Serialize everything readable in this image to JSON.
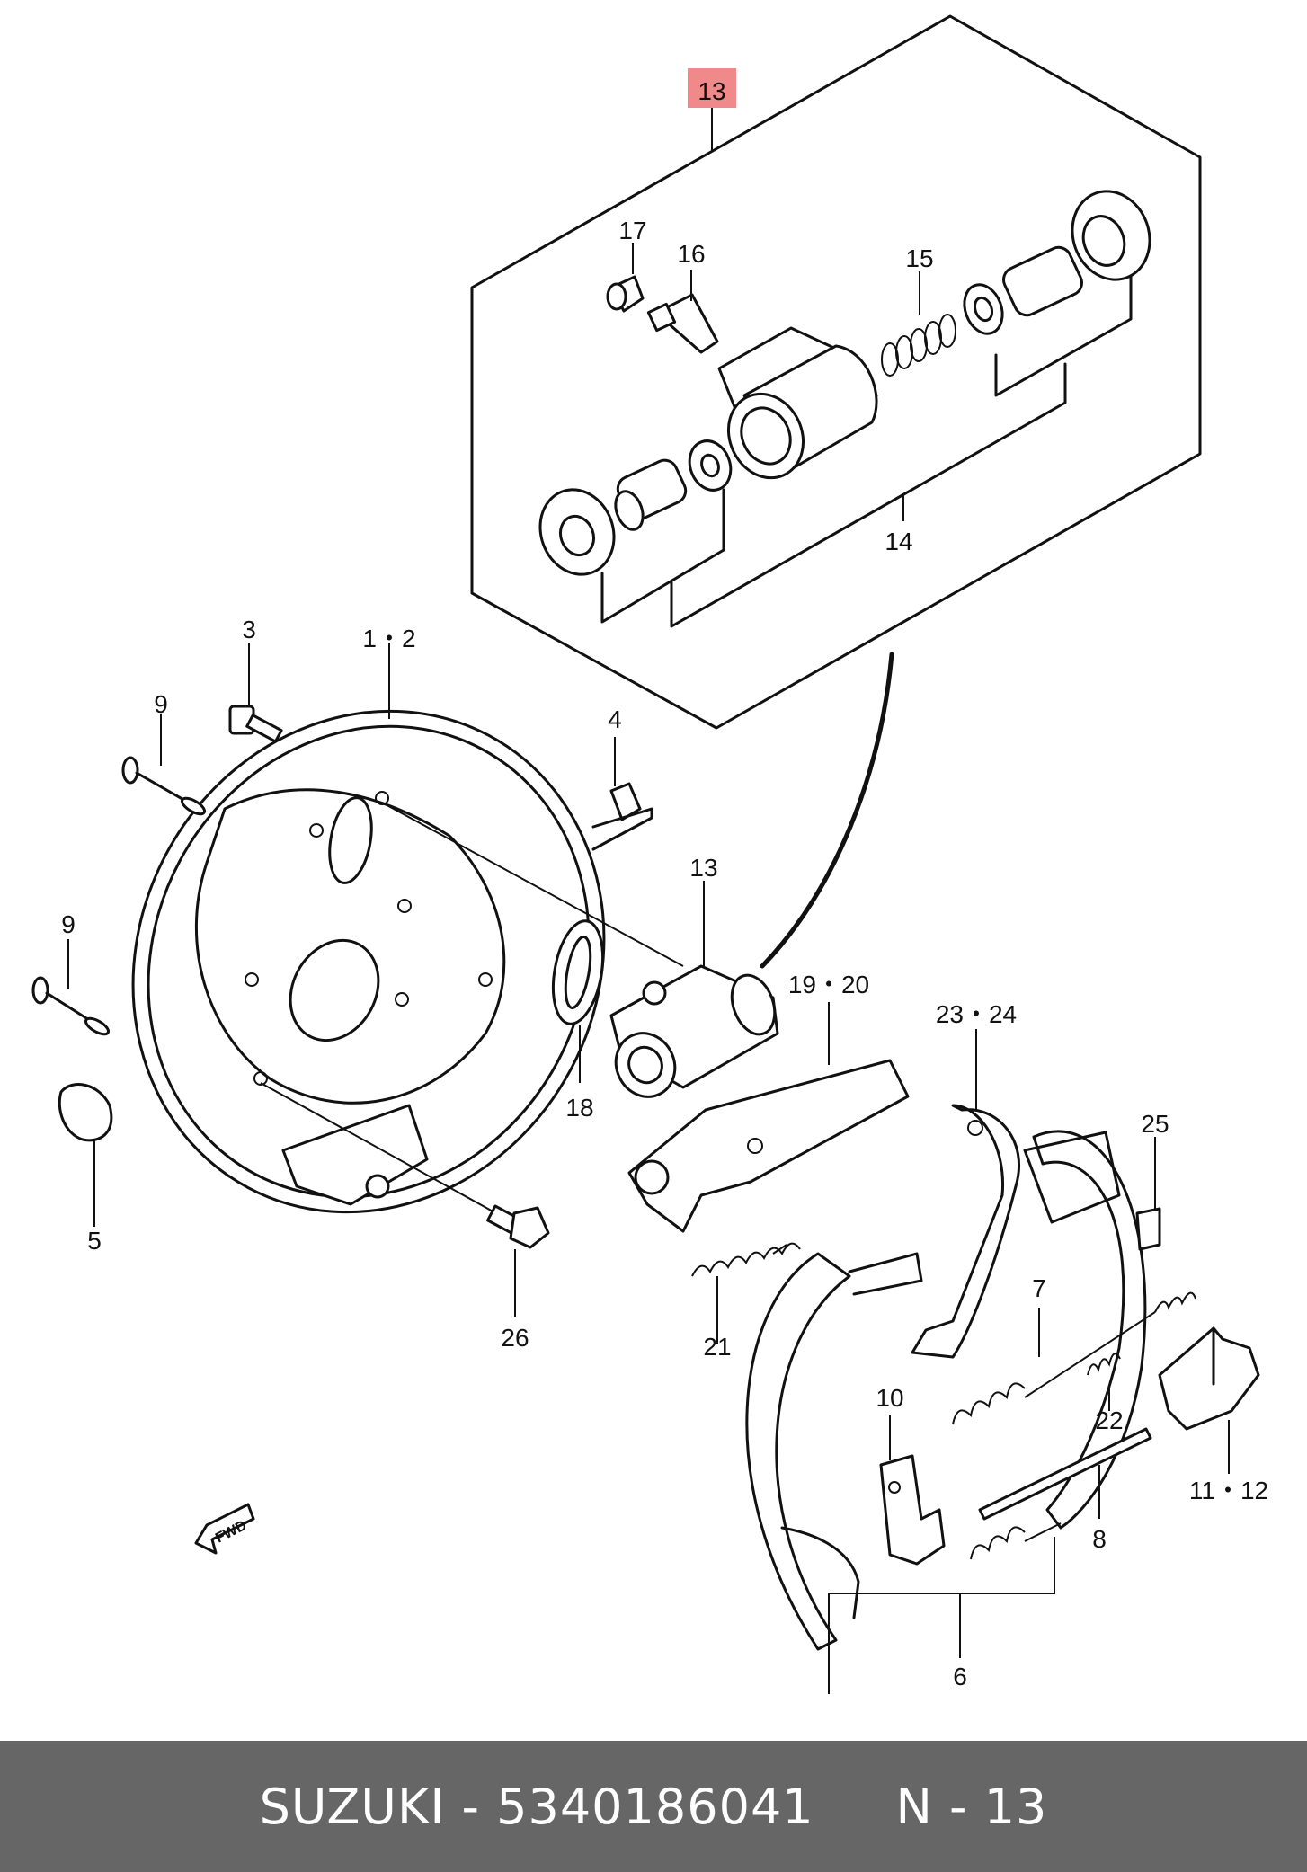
{
  "diagram": {
    "callouts": [
      {
        "id": "13-top",
        "text": "13",
        "highlighted": true
      },
      {
        "id": "17",
        "text": "17"
      },
      {
        "id": "16",
        "text": "16"
      },
      {
        "id": "15",
        "text": "15"
      },
      {
        "id": "14",
        "text": "14"
      },
      {
        "id": "3",
        "text": "3"
      },
      {
        "id": "1-2",
        "text": "1・2"
      },
      {
        "id": "9a",
        "text": "9"
      },
      {
        "id": "4",
        "text": "4"
      },
      {
        "id": "9b",
        "text": "9"
      },
      {
        "id": "13",
        "text": "13"
      },
      {
        "id": "19-20",
        "text": "19・20"
      },
      {
        "id": "23-24",
        "text": "23・24"
      },
      {
        "id": "25",
        "text": "25"
      },
      {
        "id": "18",
        "text": "18"
      },
      {
        "id": "5",
        "text": "5"
      },
      {
        "id": "26",
        "text": "26"
      },
      {
        "id": "21",
        "text": "21"
      },
      {
        "id": "7",
        "text": "7"
      },
      {
        "id": "10",
        "text": "10"
      },
      {
        "id": "22",
        "text": "22"
      },
      {
        "id": "11-12",
        "text": "11・12"
      },
      {
        "id": "8",
        "text": "8"
      },
      {
        "id": "6",
        "text": "6"
      }
    ],
    "fwd_label": "FWD",
    "highlight_color": "#f08a8a"
  },
  "footer": {
    "text": "SUZUKI - 5340186041     N - 13",
    "background": "#666666",
    "color": "#ffffff"
  }
}
